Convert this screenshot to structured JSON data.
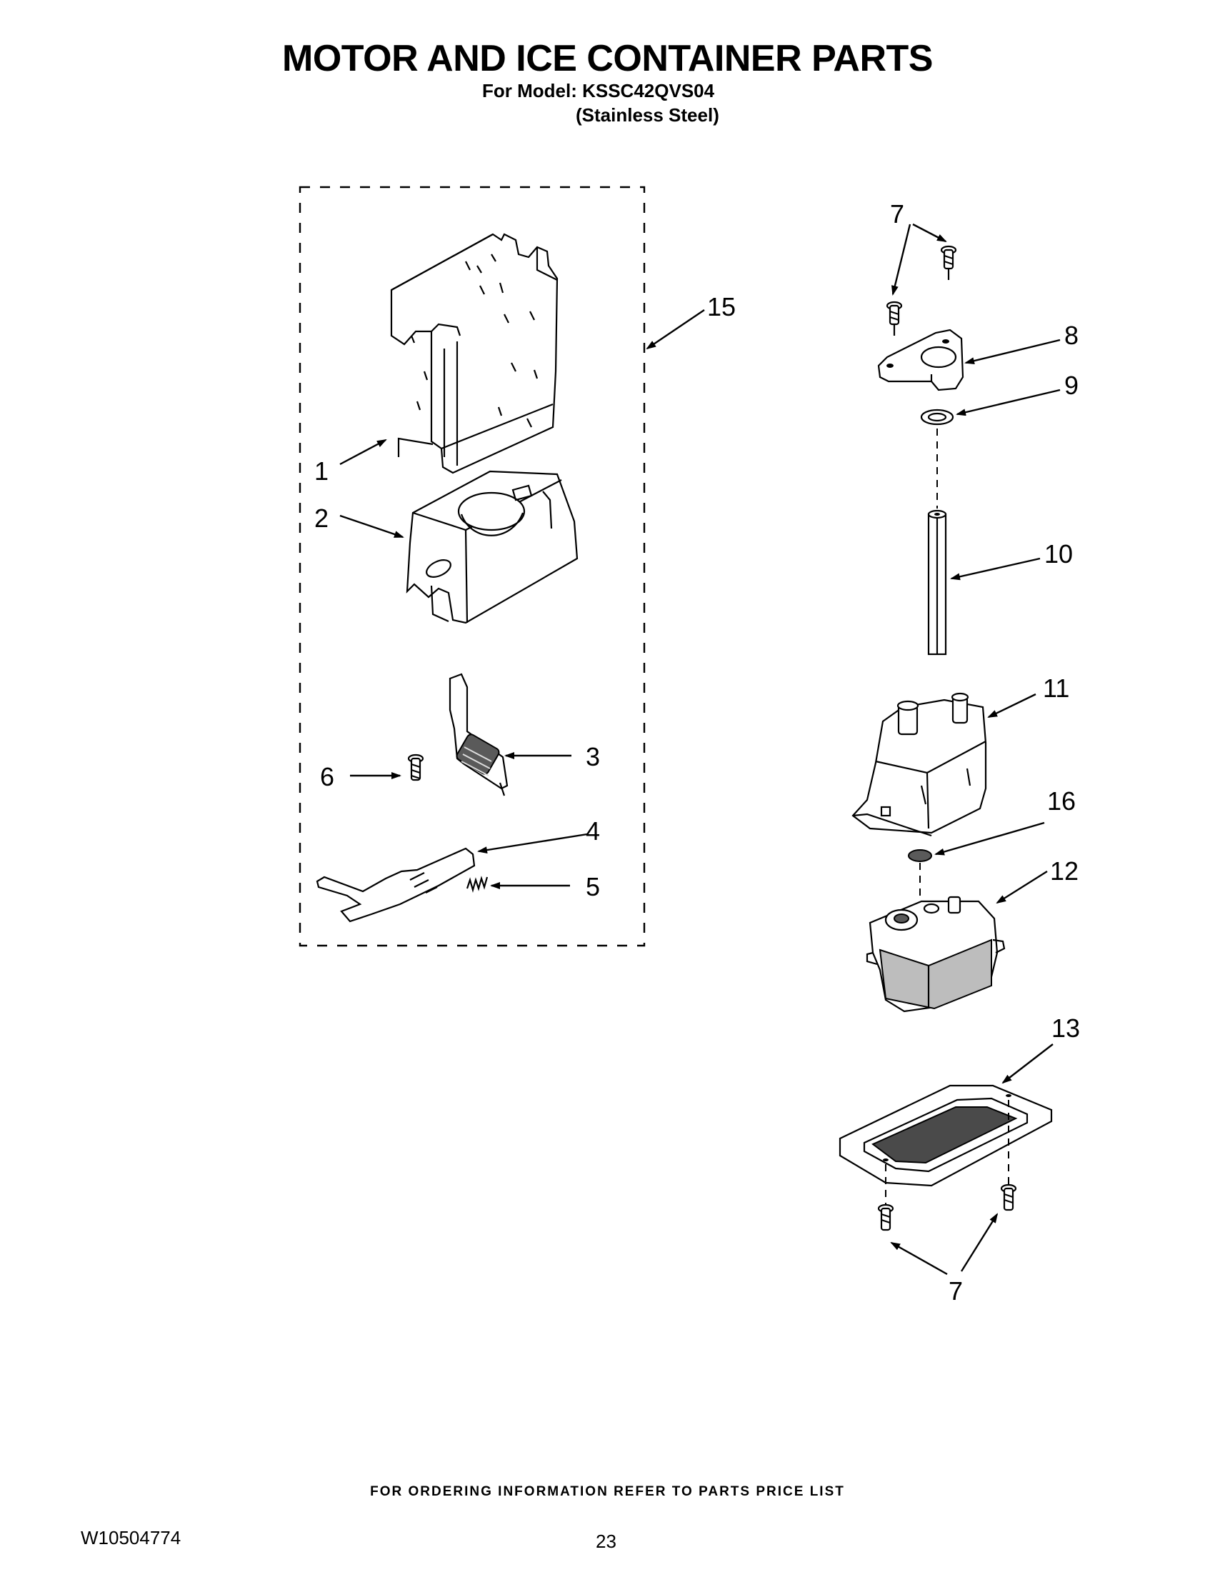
{
  "header": {
    "title": "MOTOR AND ICE CONTAINER PARTS",
    "model_line": "For Model: KSSC42QVS04",
    "finish_line": "(Stainless Steel)"
  },
  "callouts": {
    "c1": "1",
    "c2": "2",
    "c3": "3",
    "c4": "4",
    "c5": "5",
    "c6": "6",
    "c7_top": "7",
    "c7_bottom": "7",
    "c8": "8",
    "c9": "9",
    "c10": "10",
    "c11": "11",
    "c12": "12",
    "c13": "13",
    "c15": "15",
    "c16": "16"
  },
  "footer": {
    "ordering_note": "FOR ORDERING INFORMATION REFER TO PARTS PRICE LIST",
    "doc_number": "W10504774",
    "page_number": "23"
  }
}
